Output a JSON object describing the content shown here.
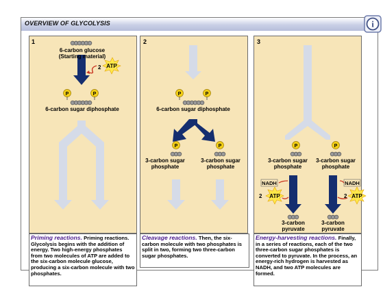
{
  "title": "OVERVIEW OF GLYCOLYSIS",
  "colors": {
    "panel": "#f7e5b8",
    "arrow_dark": "#152e6f",
    "arrow_light": "#d5dbe8",
    "phosphate": "#f3cf17",
    "atp_burst": "#ffe84a",
    "caption_heading": "#4a1a8c"
  },
  "panels": [
    {
      "number": "1",
      "glucose_label": "6-carbon glucose\n(Starting material)",
      "atp_count": "2",
      "atp": "ATP",
      "diphosphate_label": "6-carbon sugar diphosphate",
      "caption_heading": "Priming reactions.",
      "caption_body": " Priming reactions.  Glycolysis begins with the addition of energy.  Two high-energy phosphates from two molecules of ATP are added to the six-carbon molecule glucose, producing a six-carbon molecule with two phosphates."
    },
    {
      "number": "2",
      "diphosphate_label": "6-carbon sugar diphosphate",
      "left_label": "3-carbon sugar\nphosphate",
      "right_label": "3-carbon sugar\nphosphate",
      "caption_heading": "Cleavage reactions.",
      "caption_body": "  Then, the six-carbon molecule with two phosphates is split in two, forming two three-carbon sugar phosphates."
    },
    {
      "number": "3",
      "left_label": "3-carbon sugar\nphosphate",
      "right_label": "3-carbon sugar\nphosphate",
      "nadh": "NADH",
      "atp_count": "2",
      "atp": "ATP",
      "left_product": "3-carbon\npyruvate",
      "right_product": "3-carbon\npyruvate",
      "caption_heading": "Energy-harvesting reactions.",
      "caption_body": " Finally, in a series of reactions, each of the two three-carbon sugar phosphates is converted to pyruvate.  In the process, an energy-rich hydrogen is harvested as NADH, and two ATP molecules are formed."
    }
  ],
  "phosphate_letter": "P",
  "info_icon_letter": "i"
}
